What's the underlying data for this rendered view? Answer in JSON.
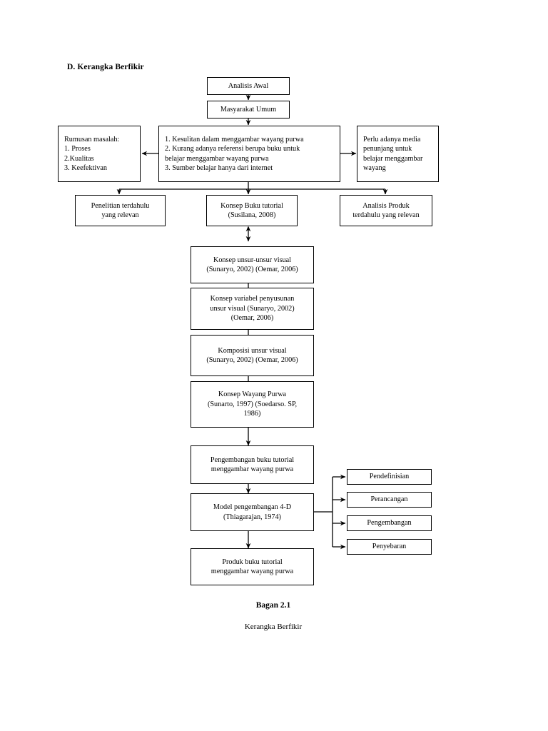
{
  "document": {
    "heading": "D. Kerangka Berfikir",
    "caption_title": "Bagan 2.1",
    "caption_subtitle": "Kerangka Berfikir",
    "ink_color": "#000000",
    "page_color": "#ffffff"
  },
  "nodes": {
    "analisis_awal": "Analisis Awal",
    "masyarakat_umum": "Masyarakat Umum",
    "rumusan_masalah": "Rumusan masalah:\n1. Proses\n2.Kualitas\n3. Keefektivan",
    "masalah_utama": "1. Kesulitan dalam menggambar wayang purwa\n2. Kurang adanya referensi berupa buku untuk\n    belajar menggambar wayang purwa\n3. Sumber belajar hanya dari internet",
    "perlu_media": "Perlu adanya media\npenunjang untuk\nbelajar menggambar\nwayang",
    "penelitian_terdahulu": "Penelitian terdahulu\nyang relevan",
    "konsep_buku_tutorial": "Konsep Buku tutorial\n(Susilana, 2008)",
    "analisis_produk": "Analisis Produk\nterdahulu yang relevan",
    "konsep_unsur_visual": "Konsep unsur-unsur visual\n(Sunaryo, 2002) (Oemar, 2006)",
    "konsep_variabel": "Konsep variabel penyusunan\nunsur visual (Sunaryo, 2002)\n(Oemar, 2006)",
    "komposisi_unsur": "Komposisi unsur visual\n(Sunaryo, 2002) (Oemar, 2006)",
    "konsep_wayang_purwa": "Konsep Wayang Purwa\n(Sunarto, 1997) (Soedarso. SP,\n1986)",
    "pengembangan_buku": "Pengembangan buku tutorial\nmenggambar wayang purwa",
    "model_4d": "Model pengembangan 4-D\n(Thiagarajan, 1974)",
    "produk_buku": "Produk buku tutorial\nmenggambar wayang purwa",
    "pendefinisian": "Pendefinisian",
    "perancangan": "Perancangan",
    "pengembangan": "Pengembangan",
    "penyebaran": "Penyebaran"
  }
}
